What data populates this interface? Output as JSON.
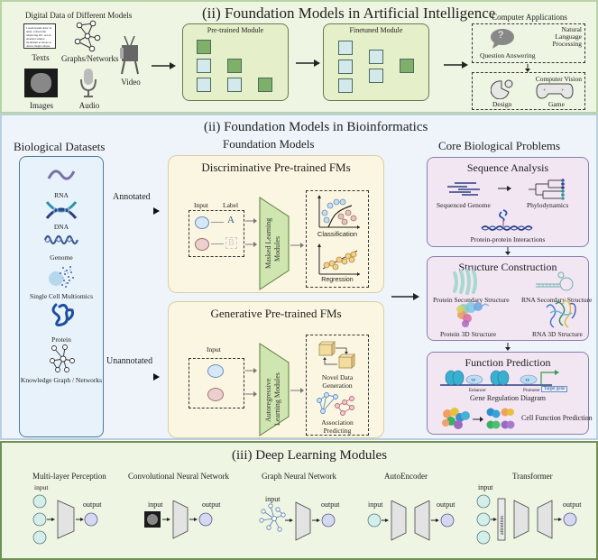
{
  "section_ai": {
    "title": "(ii) Foundation Models in Artificial Intelligence",
    "digital_data": {
      "heading": "Digital Data of Different Models",
      "lorem_text": "Lorem ipsum dolor sit amet, consectetur adipiscing elit, sed do eiusmod tempor incididunt ut labore et dolore magna aliqua.",
      "items": [
        "Texts",
        "Graphs/Networks",
        "Video",
        "Images",
        "Audio"
      ]
    },
    "pretrained_module": "Pre-trained Module",
    "finetuned_module": "Finetuned Module",
    "computer_applications": {
      "heading": "Computer Applications",
      "nlp_label": "Natural Language Processing",
      "qa_label": "Question Answering",
      "qa_glyph": "?",
      "cv_label": "Computer Vision",
      "design_label": "Design",
      "game_label": "Game"
    }
  },
  "section_bio": {
    "title": "(ii) Foundation Models in Bioinformatics",
    "datasets": {
      "heading": "Biological Datasets",
      "items": [
        "RNA",
        "DNA",
        "Genome",
        "Single Cell Multiomics",
        "Protein",
        "Knowledge Graph / Networks"
      ]
    },
    "annotated_label": "Annotated",
    "unannotated_label": "Unannotated",
    "foundation_models_heading": "Foundation Models",
    "discriminative": {
      "title": "Discriminative Pre-trained FMs",
      "input_label": "Input",
      "label_label": "Label",
      "label_a": "A",
      "label_b": "B",
      "module_label_1": "Masked Learning",
      "module_label_2": "Modules",
      "classification": "Classification",
      "regression": "Regression"
    },
    "generative": {
      "title": "Generative Pre-trained FMs",
      "input_label": "Input",
      "module_label_1": "Autoregressive",
      "module_label_2": "Learning Modules",
      "novel_1": "Novel Data",
      "novel_2": "Generation",
      "assoc_1": "Association",
      "assoc_2": "Predicting"
    },
    "core": {
      "heading": "Core Biological Problems",
      "sequence": {
        "title": "Sequence Analysis",
        "sequenced_genome": "Sequenced Genome",
        "phylodynamics": "Phylodynamics",
        "ppi": "Protein-protein Interactions"
      },
      "structure": {
        "title": "Structure Construction",
        "protein_secondary": "Protein Secondary Structure",
        "rna_secondary": "RNA Secondary Structure",
        "protein_3d": "Protein 3D Structure",
        "rna_3d": "RNA 3D Structure"
      },
      "function": {
        "title": "Function Prediction",
        "tf": "TF",
        "enhancer": "Enhancer",
        "promoter": "Promoter",
        "target_gene": "Target gene",
        "gene_reg": "Gene Regulation Diagram",
        "cell_function": "Cell Function Prediction"
      }
    }
  },
  "section_dl": {
    "title": "(iii)  Deep Learning Modules",
    "input": "input",
    "output": "output",
    "attention": "attention",
    "modules": [
      "Multi-layer Perception",
      "Convolutional Neural  Network",
      "Graph  Neural Network",
      "AutoEncoder",
      "Transformer"
    ]
  }
}
